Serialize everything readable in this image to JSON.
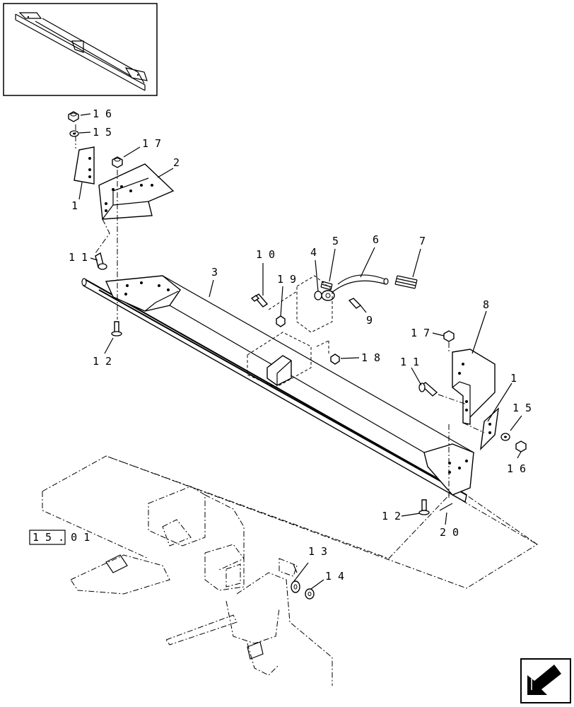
{
  "callouts": {
    "c1a": "1",
    "c2": "2",
    "c3": "3",
    "c4": "4",
    "c5": "5",
    "c6": "6",
    "c7": "7",
    "c8": "8",
    "c9": "9",
    "c10": "1 0",
    "c11a": "1 1",
    "c12a": "1 2",
    "c15a": "1 5",
    "c16a": "1 6",
    "c17a": "1 7",
    "c19": "1 9",
    "c18": "1 8",
    "c17b": "1 7",
    "c11b": "1 1",
    "c1b": "1",
    "c15b": "1 5",
    "c16b": "1 6",
    "c12b": "1 2",
    "c20": "2 0",
    "c13": "1 3",
    "c14": "1 4"
  },
  "reference_tag": "1 5 . 0 1"
}
